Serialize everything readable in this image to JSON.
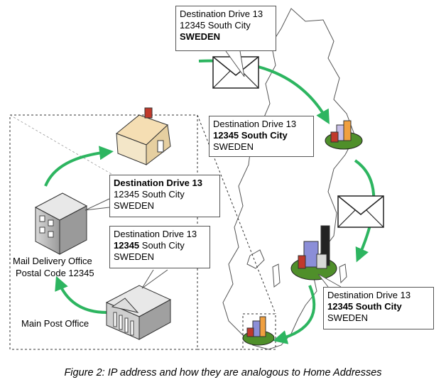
{
  "addresses": {
    "top": {
      "line1": "Destination Drive 13",
      "line2": "12345 South City",
      "line3": "SWEDEN"
    },
    "middle_right": {
      "line1": "Destination Drive 13",
      "line2": "12345 South City",
      "line3": "SWEDEN"
    },
    "house": {
      "line1": "Destination Drive 13",
      "line2": "12345 South City",
      "line3": "SWEDEN"
    },
    "delivery": {
      "line1": "Destination Drive 13",
      "line2_bold": "12345",
      "line2_rest": " South City",
      "line3": "SWEDEN"
    },
    "bottom_right": {
      "line1": "Destination Drive 13",
      "line2": "12345 South City",
      "line3": "SWEDEN"
    }
  },
  "labels": {
    "mail_delivery_office": "Mail Delivery Office",
    "postal_code": "Postal Code 12345",
    "main_post_office": "Main Post Office"
  },
  "caption": "Figure 2: IP address and how they are analogous to Home Addresses",
  "colors": {
    "arrow": "#2db560",
    "map_outline": "#555555",
    "box_border": "#555555",
    "city_base": "#4f8f2a"
  },
  "icons": [
    "envelope-icon",
    "house-icon",
    "office-building-icon",
    "post-office-icon",
    "city-icon"
  ]
}
